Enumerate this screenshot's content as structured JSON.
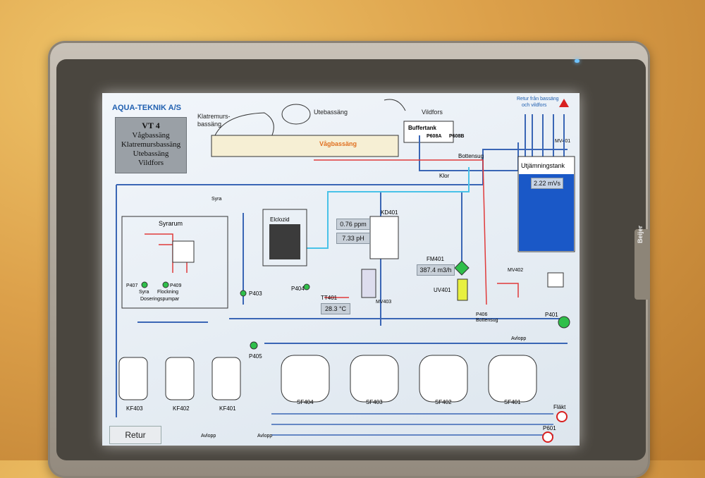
{
  "header": {
    "company": "AQUA-TEKNIK A/S"
  },
  "info_box": {
    "title": "VT 4",
    "lines": [
      "Vågbassäng",
      "Klatremursbassäng",
      "Utebassäng",
      "Vildfors"
    ]
  },
  "buttons": {
    "retur": "Retur"
  },
  "pools": {
    "klatremur": "Klatremurs-",
    "klatremur2": "bassäng",
    "vag": "Vågbassäng",
    "ute": "Utebassäng",
    "vildfors": "Vildfors"
  },
  "buffer": {
    "label": "Buffertank",
    "p608a": "P608A",
    "p608b": "P608B"
  },
  "labels": {
    "retur_fran": "Retur från bassäng",
    "och_vildfors": "och vildfors",
    "bottensug": "Bottensug",
    "klor": "Klor",
    "syra": "Syra",
    "syrarum": "Syrarum",
    "elclozid": "Elclozid",
    "kd401": "KD401",
    "fm401": "FM401",
    "uv401": "UV401",
    "mv401": "MV401",
    "mv402": "MV402",
    "mv403": "MV403",
    "p403": "P403",
    "p404": "P404",
    "p405": "P405",
    "p406": "P406",
    "bottensug2": "Bottensug",
    "p407": "P407",
    "p409": "P409",
    "syra2": "Syra",
    "flockning": "Flockning",
    "doseringspumpar": "Doseringspumpar",
    "tt401": "TT401",
    "p401": "P401",
    "avlopp": "Avlopp",
    "avlopp2": "Avlopp",
    "avlopp3": "Avlopp",
    "flakt": "Fläkt",
    "p601": "P601",
    "utjamningstank": "Utjämningstank"
  },
  "readings": {
    "chlorine": "0.76 ppm",
    "ph": "7.33 pH",
    "flow": "387.4 m3/h",
    "temp": "28.3 °C",
    "level": "2.22 mVs"
  },
  "filters": {
    "kf": [
      "KF403",
      "KF402",
      "KF401"
    ],
    "sf": [
      "SF404",
      "SF403",
      "SF402",
      "SF401"
    ]
  },
  "colors": {
    "pipe": "#3a66b5",
    "chem": "#e03a3a",
    "pump": "#2fbf4a",
    "accent": "#1f5fb0"
  }
}
